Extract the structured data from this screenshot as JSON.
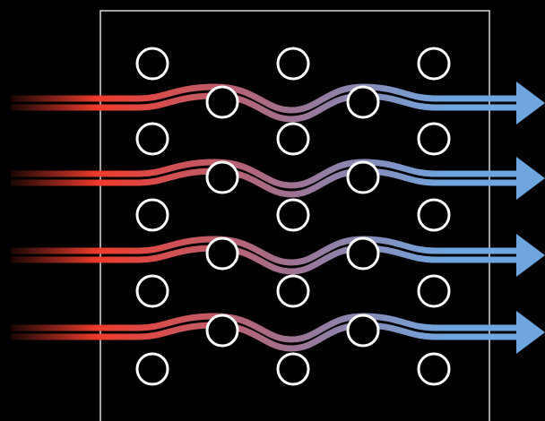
{
  "colors": {
    "background": "#000000",
    "box_stroke": "#d9d9d9",
    "circle_stroke": "#ffffff",
    "flow_start": "#ef3b2c",
    "flow_mid": "#9b7596",
    "flow_end": "#6fa6e0"
  },
  "icons": {
    "flow_arrowhead": "arrow-right-icon",
    "obstacle": "circle-outline-icon"
  },
  "diagram": {
    "columns": 5,
    "rows": 9,
    "flow_channels": 4,
    "flow_lines_per_channel": 2
  }
}
